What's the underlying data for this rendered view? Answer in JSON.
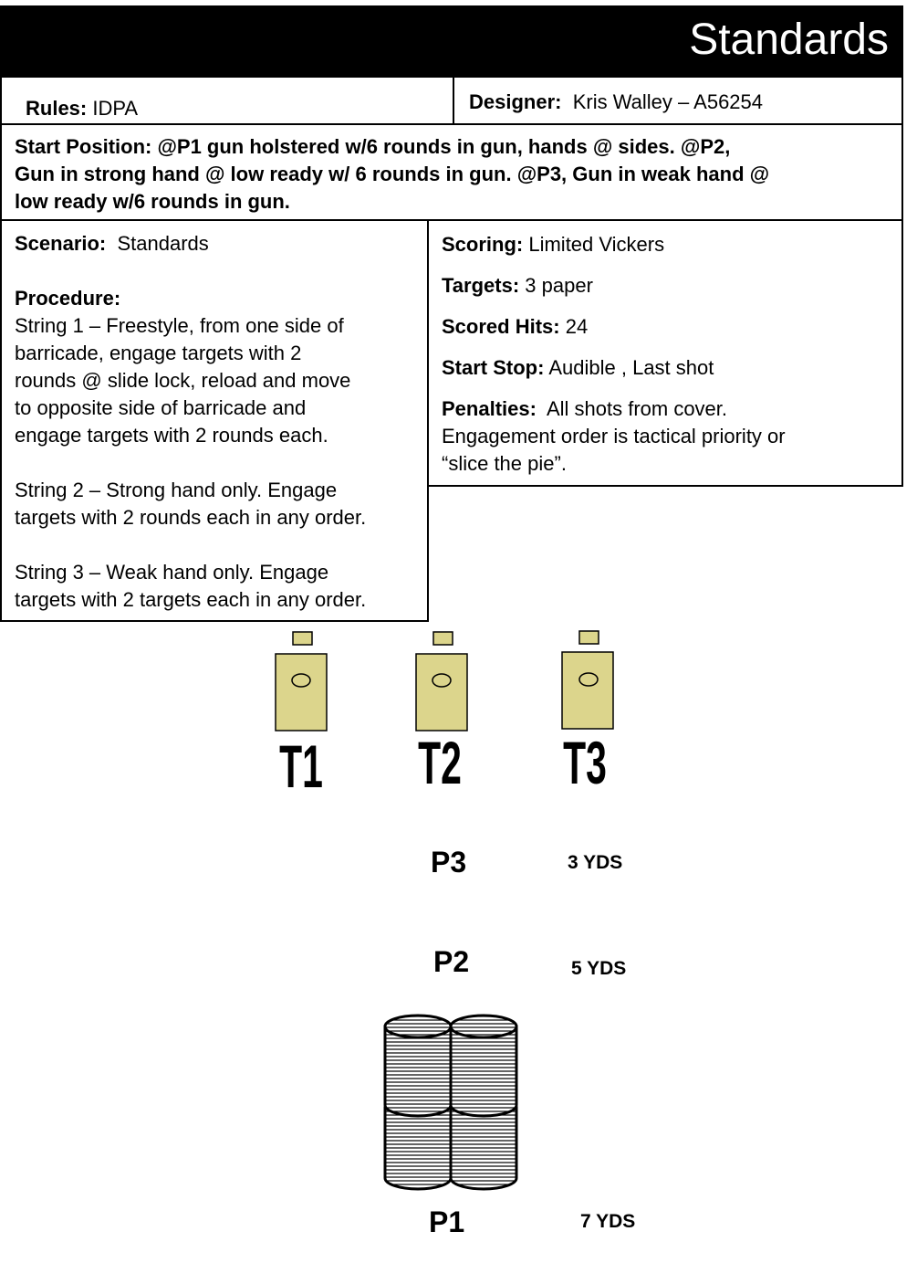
{
  "header": {
    "title": "Standards"
  },
  "rules": {
    "label": "Rules:",
    "value": "IDPA"
  },
  "designer": {
    "label": "Designer:",
    "value": "Kris Walley – A56254"
  },
  "start_position": {
    "line1": "Start Position: @P1 gun holstered w/6 rounds in gun, hands @ sides.  @P2,",
    "line2": "Gun in strong hand @ low ready w/ 6 rounds in gun.  @P3, Gun in weak hand @",
    "line3": "low ready w/6 rounds in gun."
  },
  "scenario": {
    "label": "Scenario:",
    "value": "Standards",
    "procedure_label": "Procedure:",
    "string1": [
      "String 1 – Freestyle, from one side of",
      "barricade, engage targets with 2",
      "rounds  @ slide lock, reload and move",
      "to opposite side of barricade and",
      "engage targets with 2 rounds each."
    ],
    "string2": [
      "String 2 – Strong hand only.  Engage",
      "targets with 2 rounds each in any order."
    ],
    "string3": [
      "String 3 – Weak hand only.  Engage",
      "targets with 2 targets each in any order."
    ]
  },
  "scoring": {
    "scoring_label": "Scoring:",
    "scoring_value": "Limited Vickers",
    "targets_label": "Targets:",
    "targets_value": "3 paper",
    "hits_label": "Scored Hits:",
    "hits_value": "24",
    "startstop_label": "Start Stop:",
    "startstop_value": "Audible , Last shot",
    "penalties_label": "Penalties:",
    "penalties_line1": "All shots from cover.",
    "penalties_line2": "Engagement order is tactical priority or",
    "penalties_line3": "“slice the pie”."
  },
  "targets": [
    {
      "label": "T1"
    },
    {
      "label": "T2"
    },
    {
      "label": "T3"
    }
  ],
  "positions": [
    {
      "label": "P3",
      "distance": "3 YDS"
    },
    {
      "label": "P2",
      "distance": "5 YDS"
    },
    {
      "label": "P1",
      "distance": "7 YDS"
    }
  ],
  "colors": {
    "target_fill": "#dcd58c",
    "header_bg": "#000000"
  }
}
